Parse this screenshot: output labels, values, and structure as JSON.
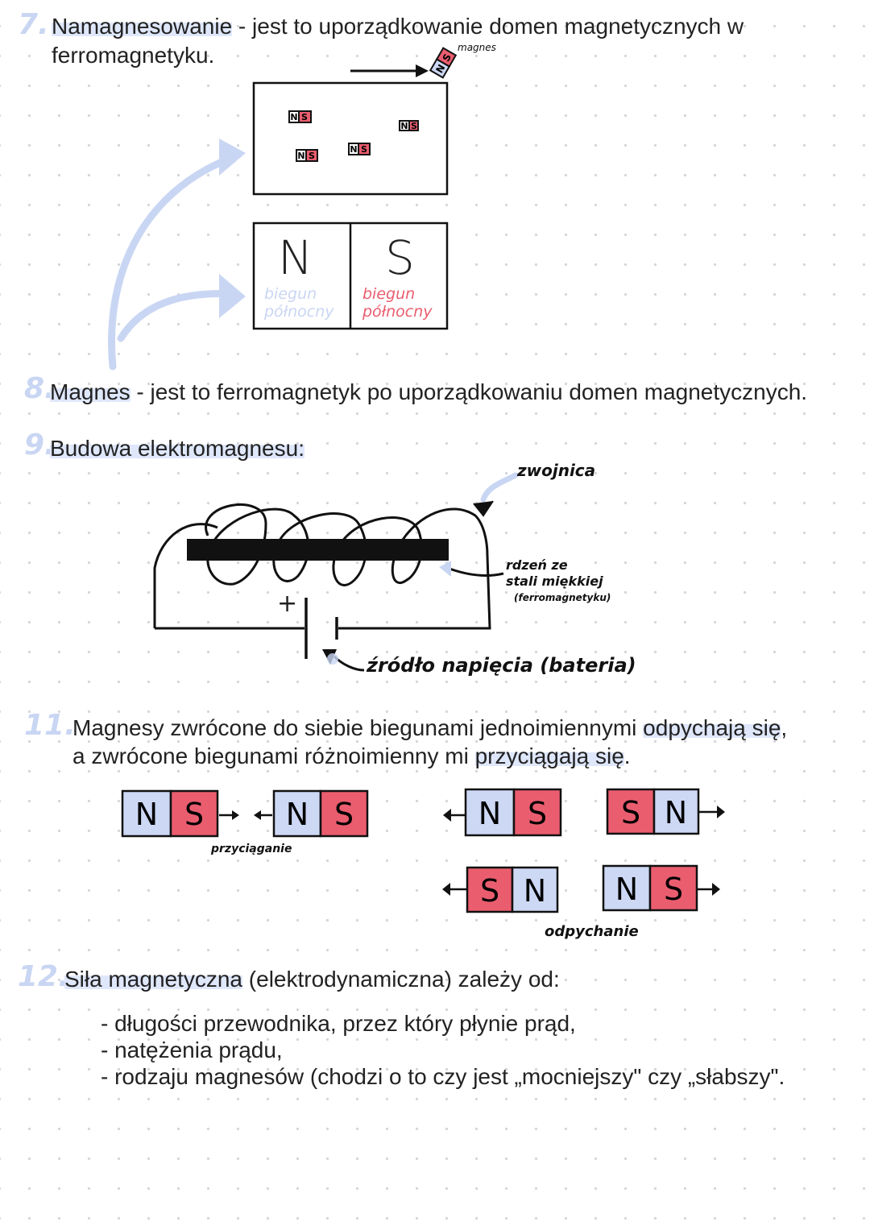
{
  "s7": {
    "num": "7.",
    "term": "Namagnesowanie",
    "rest": " - jest to uporządkowanie domen magnetycznych w",
    "line2": "ferromagnetyku."
  },
  "fig1": {
    "magnes_label": "magnes",
    "n": "N",
    "s": "S",
    "north_label_1": "biegun",
    "north_label_2": "północny",
    "south_label_1": "biegun",
    "south_label_2": "północny"
  },
  "s8": {
    "num": "8.",
    "term": "Magnes",
    "rest": " - jest to ferromagnetyk po uporządkowaniu domen magnetycznych."
  },
  "s9": {
    "num": "9.",
    "title": "Budowa elektromagnesu:"
  },
  "fig2": {
    "coil": "zwojnica",
    "core_1": "rdzeń ze",
    "core_2": "stali miękkiej",
    "core_3": "(ferromagnetyku)",
    "source": "źródło napięcia (bateria)",
    "plus": "+"
  },
  "s11": {
    "num": "11.",
    "line1_a": "Magnesy zwrócone do siebie biegunami jednoimiennymi ",
    "line1_hl": "odpychają się",
    "line1_b": ",",
    "line2_a": "a zwrócone biegunami różnoimienny mi ",
    "line2_hl": "przyciągają się",
    "line2_b": "."
  },
  "fig3": {
    "attract_label": "przyciąganie",
    "repel_label": "odpychanie"
  },
  "s12": {
    "num": "12.",
    "hl": "Siła magnetyczna",
    "rest": " (elektrodynamiczna) zależy od:",
    "items": [
      "- długości przewodnika, przez który płynie prąd,",
      "- natężenia prądu,",
      "- rodzaju magnesów (chodzi o to czy jest „mocniejszy\" czy „słabszy\"."
    ]
  },
  "colors": {
    "red": "#ea5d6f",
    "blue": "#cdd8f5",
    "accent": "#c9d6f3"
  }
}
